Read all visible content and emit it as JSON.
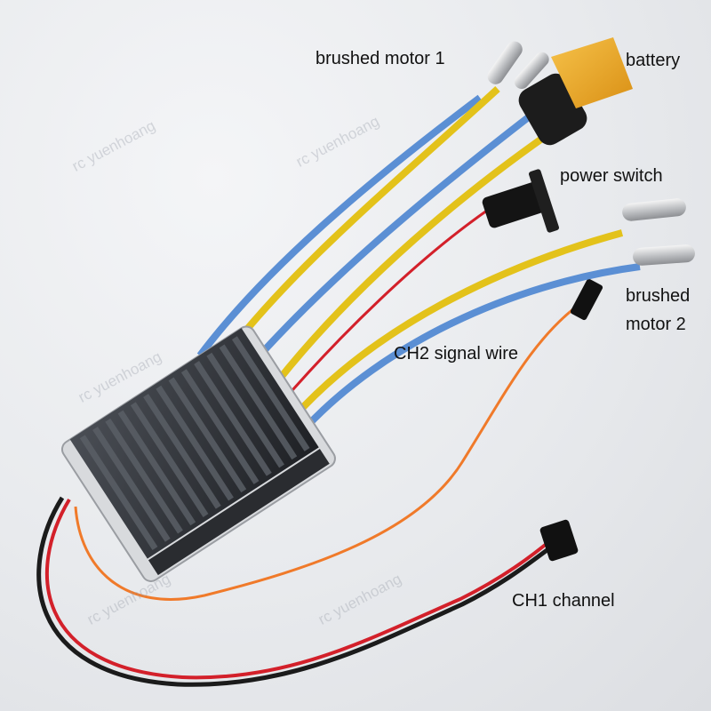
{
  "labels": {
    "motor1": "brushed motor 1",
    "battery": "battery",
    "power_switch": "power switch",
    "motor2_line1": "brushed",
    "motor2_line2": "motor 2",
    "ch2": "CH2 signal wire",
    "ch1": "CH1 channel"
  },
  "watermark": "rc yuenhoang",
  "colors": {
    "blue_wire": "#5b8fd4",
    "yellow_wire": "#e3c21a",
    "orange_wire": "#f07a2a",
    "red_wire": "#d3202a",
    "black_wire": "#1b1b1b",
    "connector_yellow": "#efb12a",
    "heatsink": "#2b2e33"
  }
}
